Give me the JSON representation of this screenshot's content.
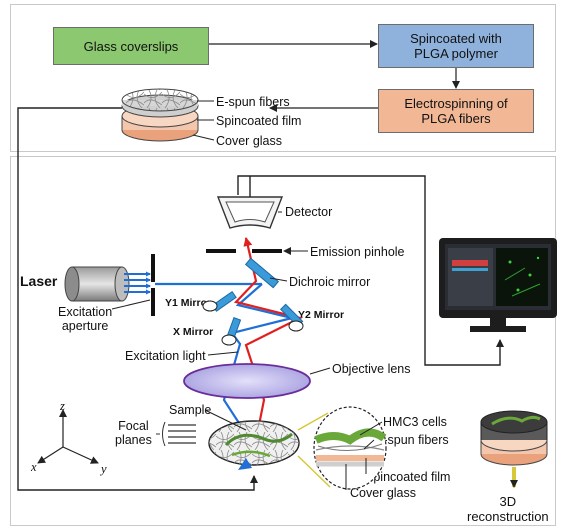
{
  "top_flow": {
    "glass_coverslips": "Glass coverslips",
    "spincoated_line1": "Spincoated with",
    "spincoated_line2": "PLGA polymer",
    "electrospinning_line1": "Electrospinning of",
    "electrospinning_line2": "PLGA fibers",
    "layers": [
      "E-spun fibers",
      "Spincoated film",
      "Cover glass"
    ],
    "colors": {
      "green_box": "#8cc870",
      "blue_box": "#8fb2dd",
      "orange_box": "#f2b896"
    }
  },
  "microscope": {
    "detector": "Detector",
    "emission_pinhole": "Emission pinhole",
    "dichroic_mirror": "Dichroic mirror",
    "laser": "Laser",
    "excitation_aperture_line1": "Excitation",
    "excitation_aperture_line2": "aperture",
    "y1_mirror": "Y1 Mirror",
    "y2_mirror": "Y2 Mirror",
    "x_mirror": "X Mirror",
    "excitation_light": "Excitation light",
    "objective_lens": "Objective lens",
    "sample": "Sample",
    "focal_planes_line1": "Focal",
    "focal_planes_line2": "planes",
    "axes": {
      "x": "x",
      "y": "y",
      "z": "z"
    },
    "inset_labels": [
      "HMC3 cells",
      "E-spun fibers",
      "Spincoated film",
      "Cover glass"
    ],
    "recon_line1": "3D",
    "recon_line2": "reconstruction",
    "colors": {
      "excitation": "#1f6fd6",
      "emission": "#e02020",
      "mirror": "#3b9ad9",
      "lens": "#b9b4e6",
      "arrow_yellow": "#d7c83a"
    }
  }
}
